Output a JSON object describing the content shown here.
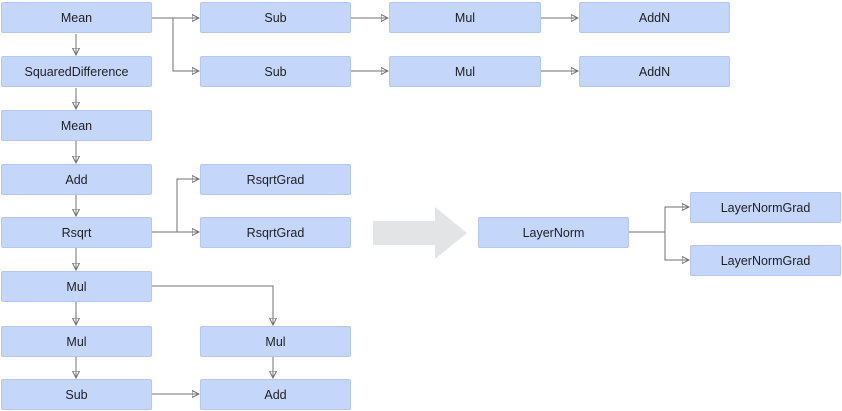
{
  "nodes": {
    "mean_1": "Mean",
    "squared_difference": "SquaredDifference",
    "mean_2": "Mean",
    "add_1": "Add",
    "rsqrt": "Rsqrt",
    "mul_1": "Mul",
    "mul_2": "Mul",
    "sub_3": "Sub",
    "sub_1": "Sub",
    "mul_top_1": "Mul",
    "addn_1": "AddN",
    "sub_2": "Sub",
    "mul_top_2": "Mul",
    "addn_2": "AddN",
    "rsqrt_grad_1": "RsqrtGrad",
    "rsqrt_grad_2": "RsqrtGrad",
    "mul_3": "Mul",
    "add_2": "Add",
    "layer_norm": "LayerNorm",
    "layer_norm_grad_1": "LayerNormGrad",
    "layer_norm_grad_2": "LayerNormGrad"
  },
  "colors": {
    "node_fill": "#c5d6fb",
    "node_border": "#b4c7ef",
    "edge": "#707070",
    "transform_arrow": "#e3e4e6"
  }
}
